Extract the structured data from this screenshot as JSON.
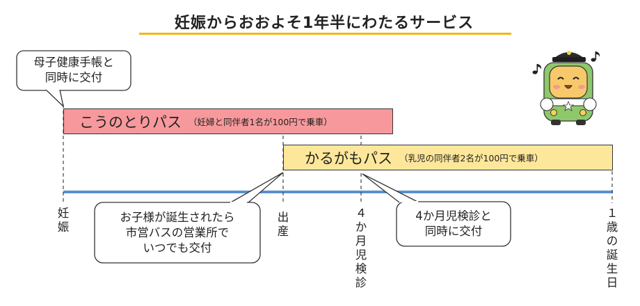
{
  "title": "妊娠からおおよそ1年半にわたるサービス",
  "colors": {
    "accent_underline": "#f3b51d",
    "stork_pass_fill": "#f7999c",
    "duck_pass_fill": "#fde79a",
    "timeline": "#5b8fd1"
  },
  "passes": {
    "stork": {
      "name": "こうのとりパス",
      "note": "（妊婦と同伴者1名が100円で乗車）"
    },
    "duck": {
      "name": "かるがもパス",
      "note": "（乳児の同伴者2名が100円で乗車）"
    }
  },
  "callouts": {
    "handbook": [
      "母子健康手帳と",
      "同時に交付"
    ],
    "birth": [
      "お子様が誕生されたら",
      "市営バスの営業所で",
      "いつでも交付"
    ],
    "checkup": [
      "4か月児検診と",
      "同時に交付"
    ]
  },
  "timeline": {
    "pregnancy": [
      "妊",
      "娠"
    ],
    "birth": [
      "出",
      "産"
    ],
    "four_month": [
      "４",
      "か",
      "月",
      "児",
      "検",
      "診"
    ],
    "first_birthday": [
      "１",
      "歳",
      "の",
      "誕",
      "生",
      "日"
    ]
  },
  "mascot": {
    "icon": "bus-mascot-icon",
    "notes_icon": "music-note-icon"
  }
}
